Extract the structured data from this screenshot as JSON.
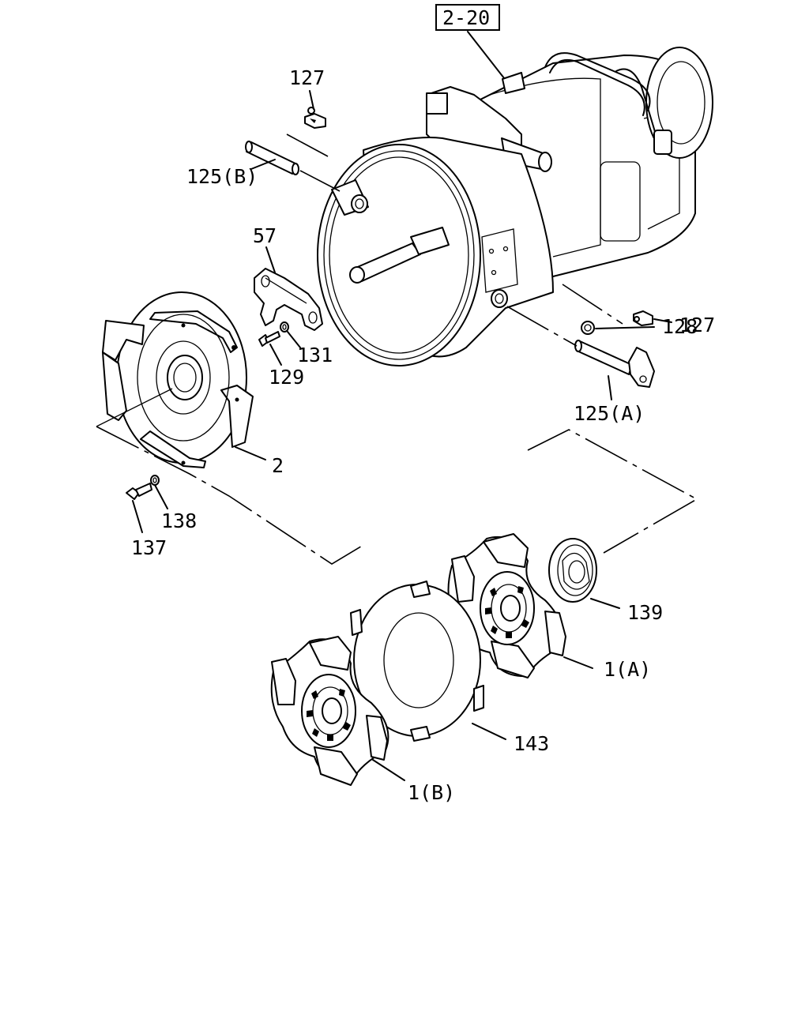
{
  "reference_box": "2-20",
  "callouts": {
    "c127_top": "127",
    "c125b": "125(B)",
    "c57": "57",
    "c131": "131",
    "c129": "129",
    "c2": "2",
    "c138": "138",
    "c137": "137",
    "c127_right": "127",
    "c128": "128",
    "c125a": "125(A)",
    "c139": "139",
    "c1a": "1(A)",
    "c143": "143",
    "c1b": "1(B)"
  }
}
